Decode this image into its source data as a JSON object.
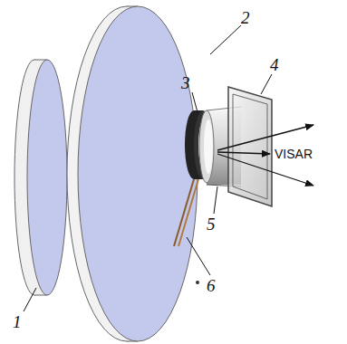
{
  "diagram": {
    "labels": [
      "1",
      "2",
      "3",
      "4",
      "5",
      "6",
      "VISAR"
    ]
  }
}
